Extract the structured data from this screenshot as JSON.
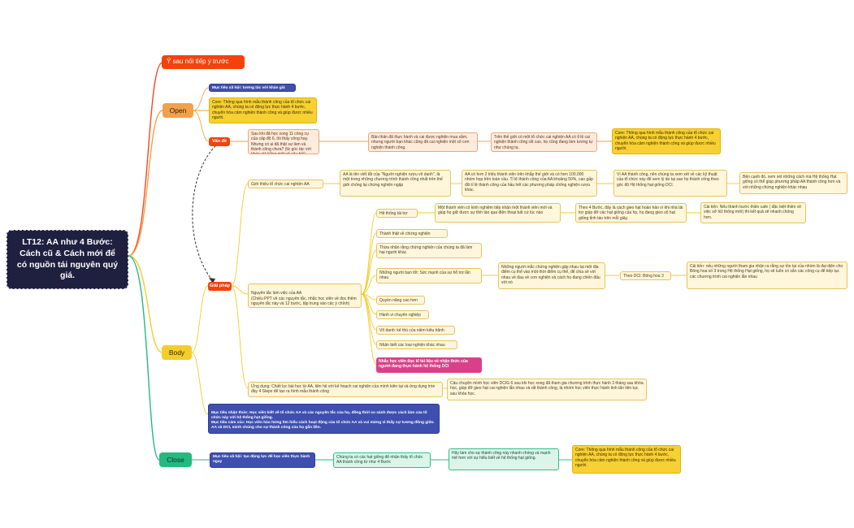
{
  "root": {
    "title": "LT12: AA như 4 Bước: Cách cũ & Cách mới để có nguồn tái nguyên quý giá."
  },
  "branches": {
    "intro": "Ý sau nối tiếp ý trước",
    "open": "Open",
    "body": "Body",
    "close": "Close"
  },
  "open": {
    "goal": "Mục tiêu xã hội: tương tác với khán giả",
    "core": "Core: Thông qua hình mẫu thành công của tổ chức cai nghiện AA, chúng ta có động lực thực hành 4 bước, chuyển hóa cảm nghiện thành công và giúp được nhiều người.",
    "issue_label": "Vấn đề",
    "issue_1": "Sau khi đã học xong 11 công cụ của cấp độ 6, tôi thấy công hay. Nhưng có ai đã thật sự làm và thành công chưa? (từ góc tác với khán giả bằng một số câu hỏi)",
    "issue_2": "Bản thân đã thực hành và cai được nghiện mua sắm, nhưng người bạn khác cũng đã cai nghiện một số cơn nghiện thành công.",
    "issue_3": "Trên thế giới có một tổ chức cai nghiện AA có tỉ lệ cai nghiện thành công rất cao, họ cũng đang làm tương tự như chúng ta.",
    "issue_core": "Core: Thông qua hình mẫu thành công của tổ chức cai nghiện AA, chúng ta có động lực thực hành 4 bước, chuyển hóa cảm nghiện thành công và giúp được nhiều người."
  },
  "body": {
    "aa_intro": "Giới thiệu tổ chức cai nghiện AA",
    "aa_1": "AA là tên viết tắt của \"Người nghiện rượu vô danh\", là một trong những chương trình thành công nhất trên thế giới chống lại chứng nghiện ngập",
    "aa_2": "AA có hơn 2 triệu thành viên trên khắp thế giới và có hơn 100.000 nhóm họp trên toàn cầu. Tỉ lệ thành công của AA khoảng 50%, cao gấp đôi tỉ lệ thành công của hầu hết các phương pháp chống nghiện rượu khác.",
    "aa_3": "Vì AA thành công, nên chúng ta xem xét về các kỹ thuật của tổ chức này để xem lý do tại sao họ thành công theo góc độ Hệ thống hạt giống DCI.",
    "aa_4": "Bên cạnh đó, xem xét những cách mà Hệ thống Hạt giống có thể giúp phương pháp AA thành công hơn và với những chứng nghiện khác nhau",
    "solution_label": "Giải pháp",
    "principle": "Nguyên tắc làm việc của AA\n(Chiếu PPT về các nguyên tắc, nhắc học viên về đọc thêm nguyên tắc này và 12 bước, tập trung vào các ý chính)",
    "p_support": "Hệ thống tài trợ",
    "p_support_1": "Một thành viên có kinh nghiệm tiếp nhận một thành viên mới và giúp họ giữ được sự tỉnh táo qua điện thoại bất cứ lúc nào",
    "p_support_2": "Theo 4 Bước, đây là cách gieo hạt hoàn hảo vì khi nhà tài trợ giúp đỡ các hạt giống của họ, họ đang gieo sổ hạt giống tỉnh táo trên mỗi giây.",
    "p_support_3": "Cải tiến: Nếu thành bước thiền cafe ( đặc biệt thiền về việc sở hữ thống mới) thì kết quả sẽ nhanh chóng hơn.",
    "p_honest": "Thành thật về chứng nghiện",
    "p_admit": "Thừa nhận rằng chứng nghiện của chúng ta đã làm hại người khác",
    "p_friends": "Những người bạn tốt: Sức mạnh của sự hỗ trợ lẫn nhau",
    "p_friends_1": "Những người mắc chứng nghiện gặp nhau tại một địa điểm cụ thể vào một thời điểm cụ thể, để chia sẻ với nhau về đau về cơn nghiện và cách họ đang chiến đấu với nó",
    "p_friends_2": "Theo DCI: Bông hoa 3",
    "p_friends_3": "Cải tiến: nếu những người tham gia nhận ra rằng sự tồn tại của nhóm là đại diện cho Bông hoa số 3 trong Hệ thống Hạt giống, họ sẽ luôn có sẵn các công cụ để tiếp tục các chương trình cai nghiện lẫn nhau",
    "p_humble": "Quyền năng cao hơn",
    "p_service": "Hành vi chuyên nghiệp",
    "p_anon": "Vô danh: kẻ thù của niềm kiêu hãnh",
    "p_aware": "Nhận biết các loại nghiện khác nhau",
    "p_pink": "Nhắc học viên đọc kĩ tài liệu về nhận thức của người đang thực hành hệ thống DCI",
    "apply": "Ứng dụng: Chiết lọc bài học từ AA, liên hệ với kế hoạch cai nghiện của mình kiên tại và ứng dụng tròn đầy 4 Steps để tạo ra hình mẫu thành công",
    "apply_1": "Câu chuyện mình học viên DCIG 6 sau khi học xong đã tham gia chương trình thực hành 3 tháng sau khóa học, giúp đỡ gieo hạt cai nghiện lẫn nhau và rất thành công, là nhóm học viên thực hành tinh tấn liên tục sau khóa học.",
    "goals": "Mục tiêu nhận thức: Học viên biết về tổ chức AA và các nguyên tắc của họ, đồng thời so sánh được cách làm của tổ chức này với hệ thống hạt giống.\nMục tiêu cảm xúc: Học viên hào hứng tìm hiểu cách hoạt động của tổ chức AA và vui mừng vì thấy sự tương đồng giữa AA và DCI, mình chúng cho sự thành công của họ gắn liền."
  },
  "close": {
    "goal": "Mục tiêu xã hội: tạo động lực để học viên thực hành ngay",
    "c1": "Chúng ta có các hạt giống để nhận thấy tổ chức AA thành công từ như 4 Bước",
    "c2": "Hãy làm cho sự thành công này nhanh chóng và mạnh mẽ hơn với sự hiểu biết về hệ thống hạt giống.",
    "c3": "Core: Thông qua hình mẫu thành công của tổ chức cai nghiện AA, chúng ta có động lực thực hành 4 bước, chuyển hóa cảm nghiện thành công và giúp được nhiều người."
  },
  "colors": {
    "root": "#1f1f3f",
    "intro": "#f5420b",
    "open": "#f3a04a",
    "body": "#f2cd2e",
    "close": "#24b980",
    "blue": "#3f4fb0"
  }
}
